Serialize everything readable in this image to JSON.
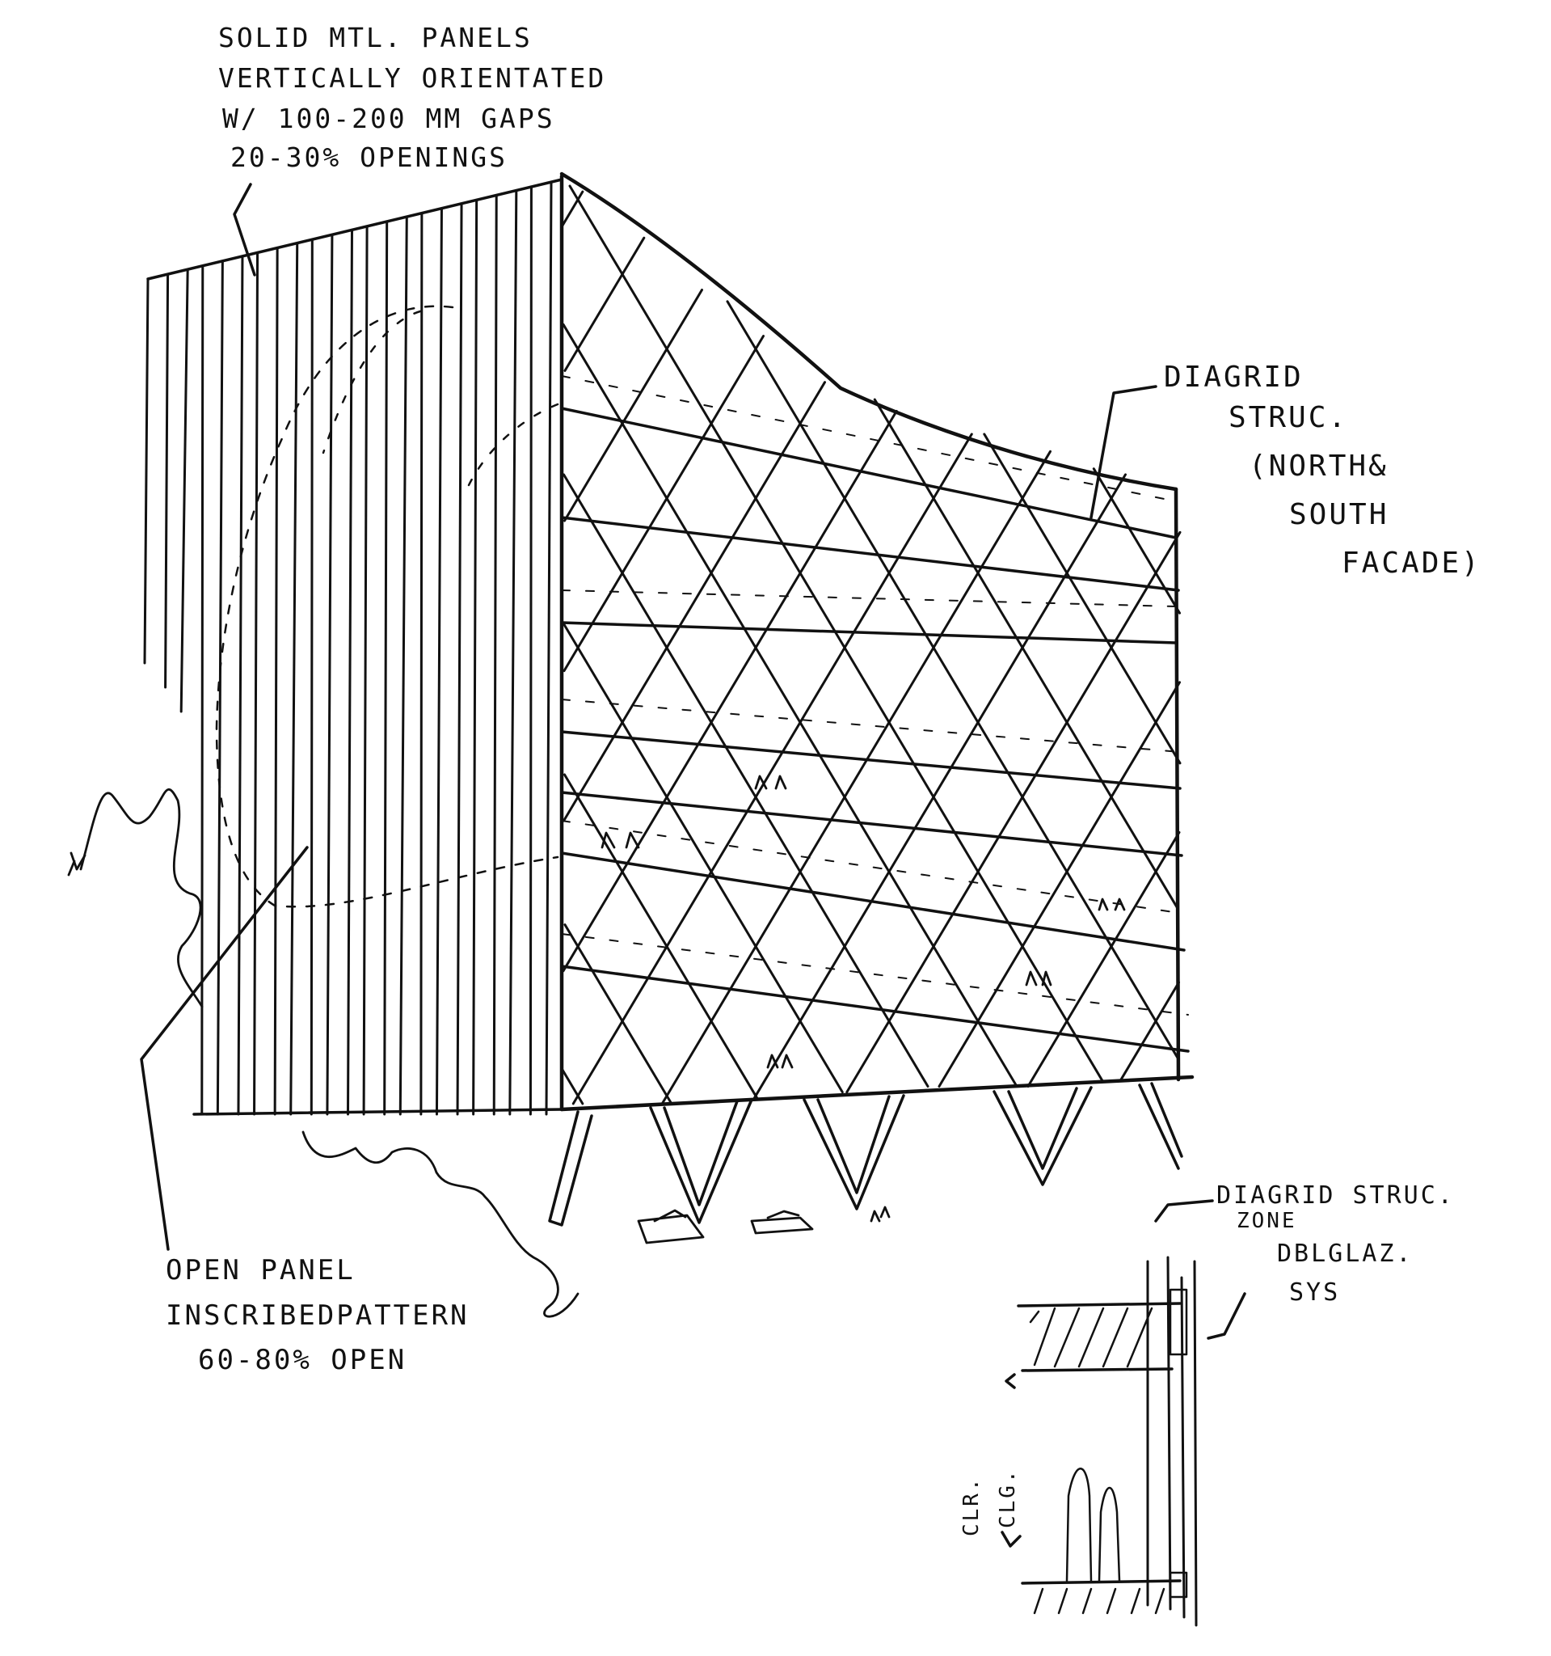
{
  "annotations": {
    "solid_panels": [
      "SOLID MTL. PANELS",
      "VERTICALLY ORIENTATED",
      "W/ 100-200 MM GAPS",
      "20-30% OPENINGS"
    ],
    "diagrid": [
      "DIAGRID",
      "STRUC.",
      "(NORTH&",
      "SOUTH",
      "FACADE)"
    ],
    "open_panel": [
      "OPEN PANEL",
      "INSCRIBEDPATTERN",
      "60-80% OPEN"
    ],
    "section_zone": [
      "DIAGRID STRUC.",
      "ZONE"
    ],
    "section_glazing": [
      "DBLGLAZ.",
      "SYS"
    ],
    "section_height": [
      "CLR.",
      "CLG."
    ]
  },
  "colors": {
    "ink": "#111111",
    "paper": "#ffffff"
  }
}
